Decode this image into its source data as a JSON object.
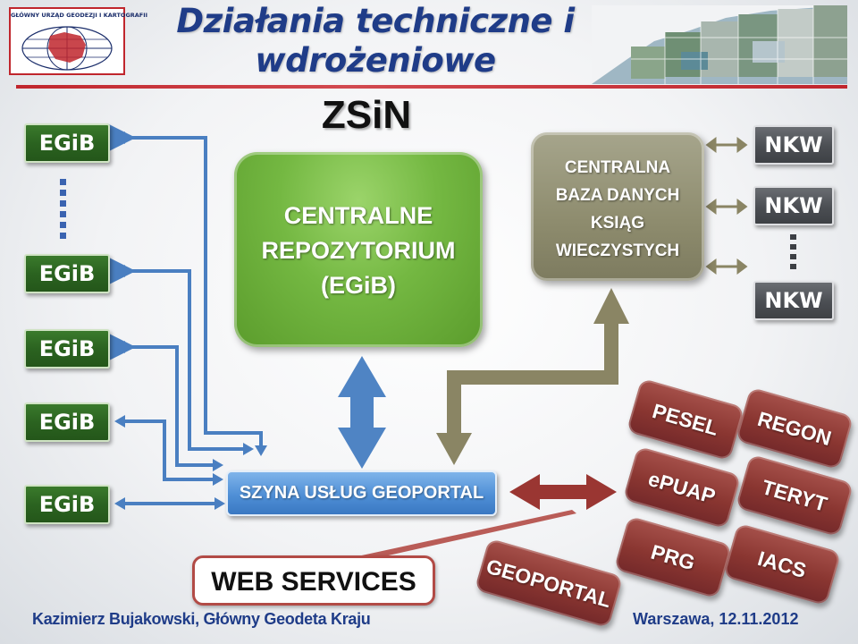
{
  "header": {
    "logo_text": "GŁÓWNY URZĄD GEODEZJI I KARTOGRAFII",
    "title_line1": "Działania techniczne i",
    "title_line2": "wdrożeniowe"
  },
  "zsin_label": "ZSiN",
  "egib_boxes": [
    "EGiB",
    "EGiB",
    "EGiB",
    "EGiB",
    "EGiB"
  ],
  "repository": {
    "line1": "CENTRALNE",
    "line2": "REPOZYTORIUM",
    "line3": "(EGiB)"
  },
  "central_base": {
    "line1": "CENTRALNA",
    "line2": "BAZA DANYCH",
    "line3": "KSIĄG",
    "line4": "WIECZYSTYCH"
  },
  "nkw_boxes": [
    "NKW",
    "NKW",
    "NKW"
  ],
  "bus_label": "SZYNA USŁUG GEOPORTAL",
  "web_services_label": "WEB SERVICES",
  "external_systems": [
    "PESEL",
    "REGON",
    "ePUAP",
    "TERYT",
    "PRG",
    "IACS",
    "GEOPORTAL"
  ],
  "footer": {
    "author": "Kazimierz Bujakowski, Główny Geodeta Kraju",
    "date": "Warszawa, 12.11.2012"
  },
  "colors": {
    "title_blue": "#1f3c88",
    "egib_green": "#2b6320",
    "repo_green": "#74b842",
    "base_olive": "#8e8c6e",
    "bus_blue": "#4f8fd6",
    "tile_red": "#8a3631",
    "nkw_gray": "#4b4e53",
    "accent_red": "#c0262d"
  }
}
